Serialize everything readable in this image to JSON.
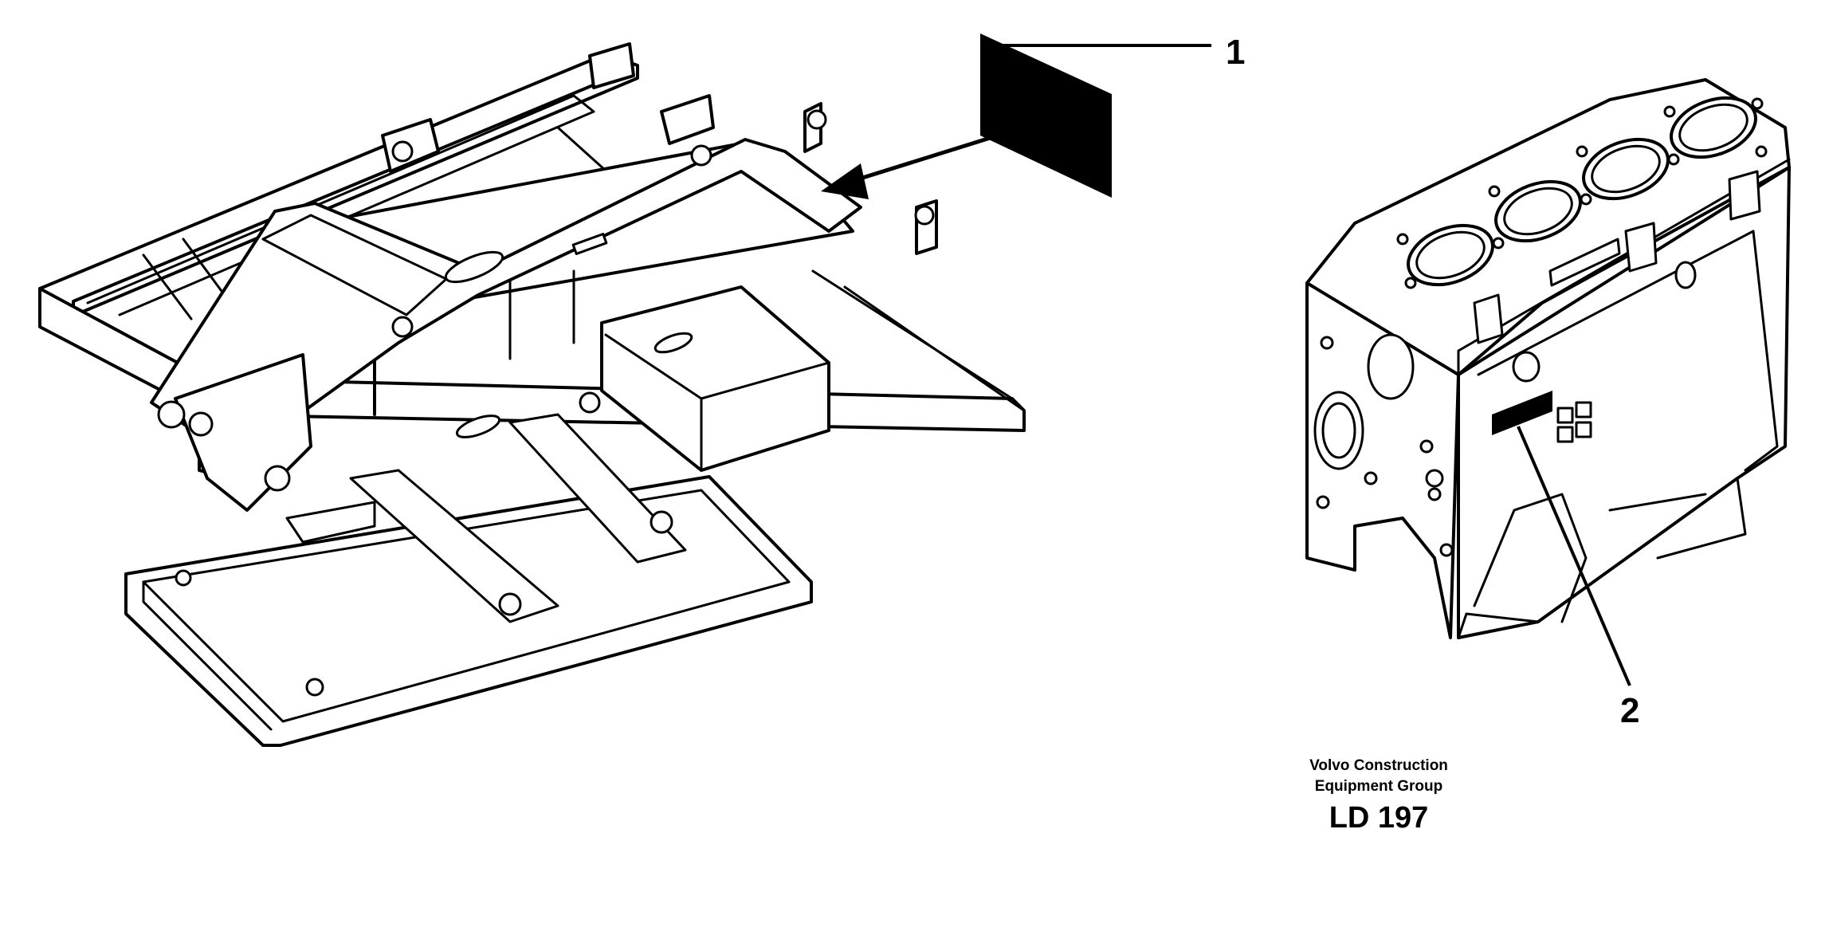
{
  "callouts": {
    "label_1": "1",
    "label_2": "2"
  },
  "caption": {
    "line_1": "Volvo Construction",
    "line_2": "Equipment Group",
    "code": "LD 197"
  },
  "colors": {
    "ink": "#000000",
    "paper": "#ffffff"
  }
}
